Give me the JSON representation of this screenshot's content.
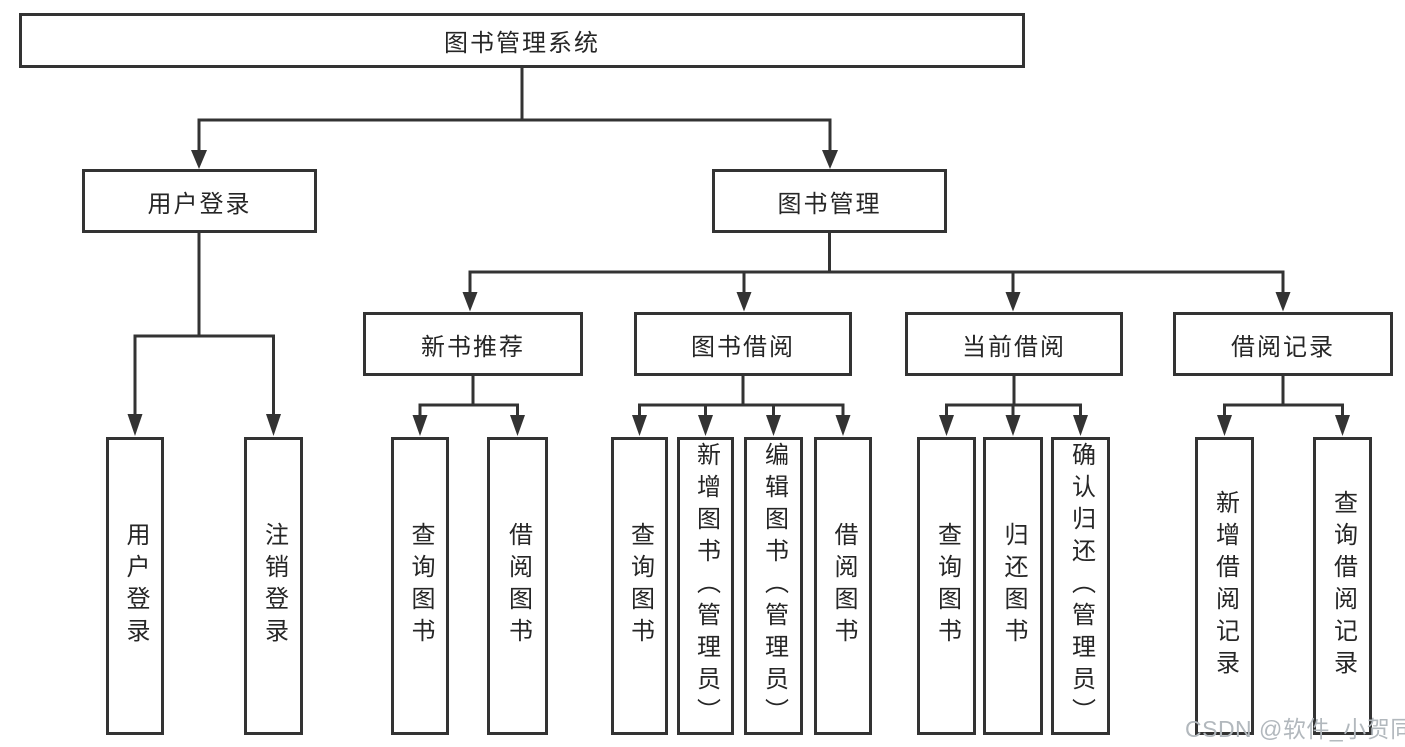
{
  "diagram_title": "图书管理系统",
  "root": {
    "label": "图书管理系统"
  },
  "level2": [
    {
      "label": "用户登录"
    },
    {
      "label": "图书管理"
    }
  ],
  "level3": [
    {
      "label": "新书推荐"
    },
    {
      "label": "图书借阅"
    },
    {
      "label": "当前借阅"
    },
    {
      "label": "借阅记录"
    }
  ],
  "leaves": {
    "user_login": [
      {
        "label": "用户登录"
      },
      {
        "label": "注销登录"
      }
    ],
    "new_book_recommend": [
      {
        "label": "查询图书"
      },
      {
        "label": "借阅图书"
      }
    ],
    "book_borrow": [
      {
        "label": "查询图书"
      },
      {
        "label": "新增图书（管理员）"
      },
      {
        "label": "编辑图书（管理员）"
      },
      {
        "label": "借阅图书"
      }
    ],
    "current_borrow": [
      {
        "label": "查询图书"
      },
      {
        "label": "归还图书"
      },
      {
        "label": "确认归还（管理员）"
      }
    ],
    "borrow_records": [
      {
        "label": "新增借阅记录"
      },
      {
        "label": "查询借阅记录"
      }
    ]
  },
  "watermark": "CSDN @软件_小贺同学",
  "colors": {
    "line": "#333333",
    "text": "#262626",
    "box_background": "#ffffff",
    "watermark": "#b2b8bd"
  }
}
